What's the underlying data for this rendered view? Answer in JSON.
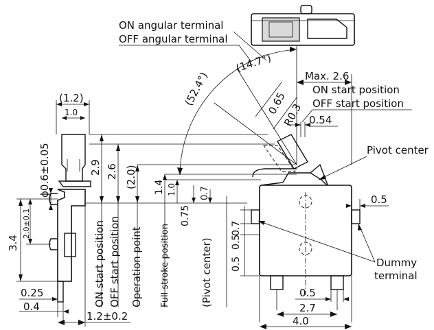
{
  "labels": {
    "on_angular_terminal": "ON angular terminal",
    "off_angular_terminal": "OFF angular terminal",
    "on_start_position": "ON start position",
    "off_start_position": "OFF start position",
    "pivot_center": "Pivot center",
    "dummy_terminal_1": "Dummy",
    "dummy_terminal_2": "terminal",
    "on_start_position_v": "ON start position",
    "off_start_position_v": "OFF start position",
    "operation_point": "Operation point",
    "full_stroke_position": "Full stroke position",
    "pivot_center_v": "(Pivot center)"
  },
  "dimensions": {
    "angle_14_7": "(14.7°)",
    "angle_52_4": "(52.4°)",
    "max_2_6": "Max. 2.6",
    "d_0_65": "0.65",
    "r_0_3": "R0.3",
    "d_0_54": "0.54",
    "d_1_2_paren": "(1.2)",
    "d_1_0_top": "1.0",
    "phi_0_6": "ϕ0.6±0.05",
    "d_3_4": "3.4",
    "d_2_0_tol": "2.0±0.1",
    "d_0_25": "0.25",
    "d_0_4": "0.4",
    "d_1_2_tol": "1.2±0.2",
    "d_2_9": "2.9",
    "d_2_6": "2.6",
    "d_2_0_paren": "(2.0)",
    "d_1_4": "1.4",
    "d_1_0_mid": "1.0",
    "d_0_75": "0.75",
    "d_0_7_top": "0.7",
    "d_0_7_side": "0.7",
    "d_0_5_side_a": "0.5",
    "d_0_5_side_b": "0.5",
    "d_0_5_right": "0.5",
    "d_0_5_bottom": "0.5",
    "d_2_7": "2.7",
    "d_4_0": "4.0"
  }
}
